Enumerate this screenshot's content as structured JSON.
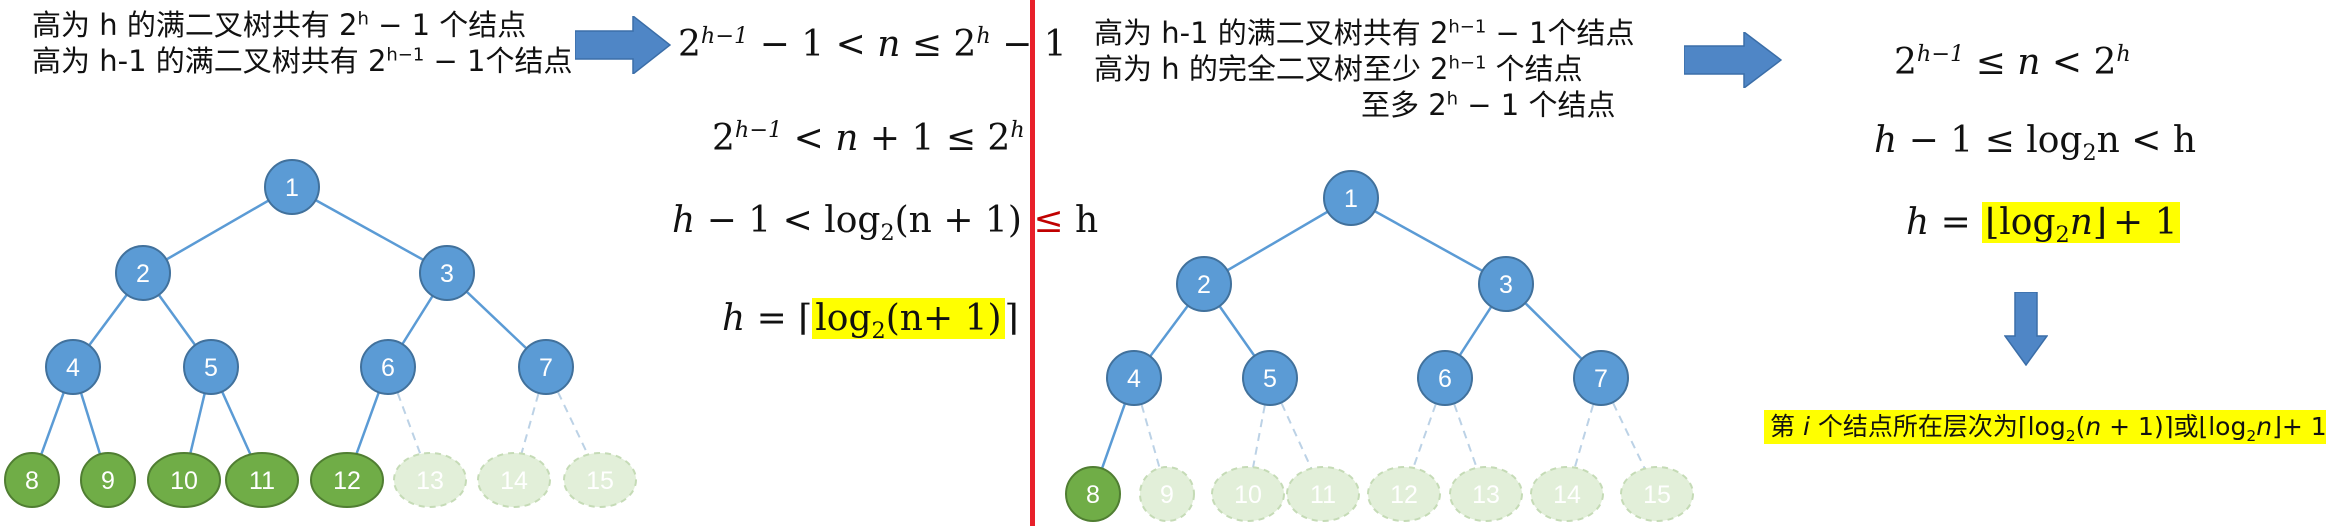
{
  "left": {
    "notes": [
      {
        "pre": "高为 h 的满二叉树共有 2",
        "sup": "h",
        "post": " − 1 个结点"
      },
      {
        "pre": "高为 h-1 的满二叉树共有 2",
        "sup": "h−1",
        "post": " − 1个结点"
      }
    ],
    "eq1": {
      "a": "2",
      "a_sup": "h−1",
      "b": " − 1 < ",
      "n": "n",
      "c": " ≤ 2",
      "c_sup": "h",
      "d": " − 1"
    },
    "eq2": {
      "a": "2",
      "a_sup": "h−1",
      "b": " < ",
      "n": "n",
      "c": " + 1 ≤ 2",
      "c_sup": "h"
    },
    "eq3": {
      "h": "h",
      "b": " − 1 < log",
      "sub": "2",
      "c": "(n + 1) ",
      "le": "≤",
      "d": " h"
    },
    "eq4": {
      "h": "h",
      "eq": " = ⌈",
      "hl_a": "log",
      "sub": "2",
      "hl_b": "(n+ 1)",
      "close": "⌉"
    }
  },
  "right": {
    "notes": [
      {
        "pre": "高为 h-1 的满二叉树共有 2",
        "sup": "h−1",
        "post": " − 1个结点"
      },
      {
        "pre": "高为 h 的完全二叉树至少 2",
        "sup": "h−1",
        "post": " 个结点"
      },
      {
        "pre": "至多 2",
        "sup": "h",
        "post": " − 1 个结点"
      }
    ],
    "eq1": {
      "a": "2",
      "a_sup": "h−1",
      "b": " ≤ ",
      "n": "n",
      "c": " < 2",
      "c_sup": "h"
    },
    "eq2": {
      "h": "h",
      "b": " − 1 ≤ log",
      "sub": "2",
      "c": "n < h"
    },
    "eq3": {
      "h": "h",
      "eq": " = ",
      "hl_a": "⌊log",
      "sub": "2",
      "n": "n",
      "hl_b": "⌋",
      "post": "+ 1"
    },
    "caption": {
      "a": "第 ",
      "i": "i",
      "b": " 个结点所在层次为⌈log",
      "sub1": "2",
      "c": "(",
      "n1": "n",
      "d": " + 1)⌉或⌊log",
      "sub2": "2",
      "n2": "n",
      "e": "⌋+ 1"
    }
  },
  "colors": {
    "node_blue": "#5b9bd5",
    "node_green": "#70ad47",
    "node_faded": "#e2efd9",
    "edge": "#5b9bd5",
    "edge_faded": "#bcd2e6",
    "highlight": "#ffff00",
    "divider": "#e8202a",
    "arrow": "#4f86c6"
  },
  "tree_left": {
    "nodes": [
      {
        "id": 1,
        "label": "1",
        "style": "blue"
      },
      {
        "id": 2,
        "label": "2",
        "style": "blue"
      },
      {
        "id": 3,
        "label": "3",
        "style": "blue"
      },
      {
        "id": 4,
        "label": "4",
        "style": "blue"
      },
      {
        "id": 5,
        "label": "5",
        "style": "blue"
      },
      {
        "id": 6,
        "label": "6",
        "style": "blue"
      },
      {
        "id": 7,
        "label": "7",
        "style": "blue"
      },
      {
        "id": 8,
        "label": "8",
        "style": "green"
      },
      {
        "id": 9,
        "label": "9",
        "style": "green"
      },
      {
        "id": 10,
        "label": "10",
        "style": "green"
      },
      {
        "id": 11,
        "label": "11",
        "style": "green"
      },
      {
        "id": 12,
        "label": "12",
        "style": "green"
      },
      {
        "id": 13,
        "label": "13",
        "style": "faded"
      },
      {
        "id": 14,
        "label": "14",
        "style": "faded"
      },
      {
        "id": 15,
        "label": "15",
        "style": "faded"
      }
    ]
  },
  "tree_right": {
    "nodes": [
      {
        "id": 1,
        "label": "1",
        "style": "blue"
      },
      {
        "id": 2,
        "label": "2",
        "style": "blue"
      },
      {
        "id": 3,
        "label": "3",
        "style": "blue"
      },
      {
        "id": 4,
        "label": "4",
        "style": "blue"
      },
      {
        "id": 5,
        "label": "5",
        "style": "blue"
      },
      {
        "id": 6,
        "label": "6",
        "style": "blue"
      },
      {
        "id": 7,
        "label": "7",
        "style": "blue"
      },
      {
        "id": 8,
        "label": "8",
        "style": "green"
      },
      {
        "id": 9,
        "label": "9",
        "style": "faded"
      },
      {
        "id": 10,
        "label": "10",
        "style": "faded"
      },
      {
        "id": 11,
        "label": "11",
        "style": "faded"
      },
      {
        "id": 12,
        "label": "12",
        "style": "faded"
      },
      {
        "id": 13,
        "label": "13",
        "style": "faded"
      },
      {
        "id": 14,
        "label": "14",
        "style": "faded"
      },
      {
        "id": 15,
        "label": "15",
        "style": "faded"
      }
    ]
  }
}
